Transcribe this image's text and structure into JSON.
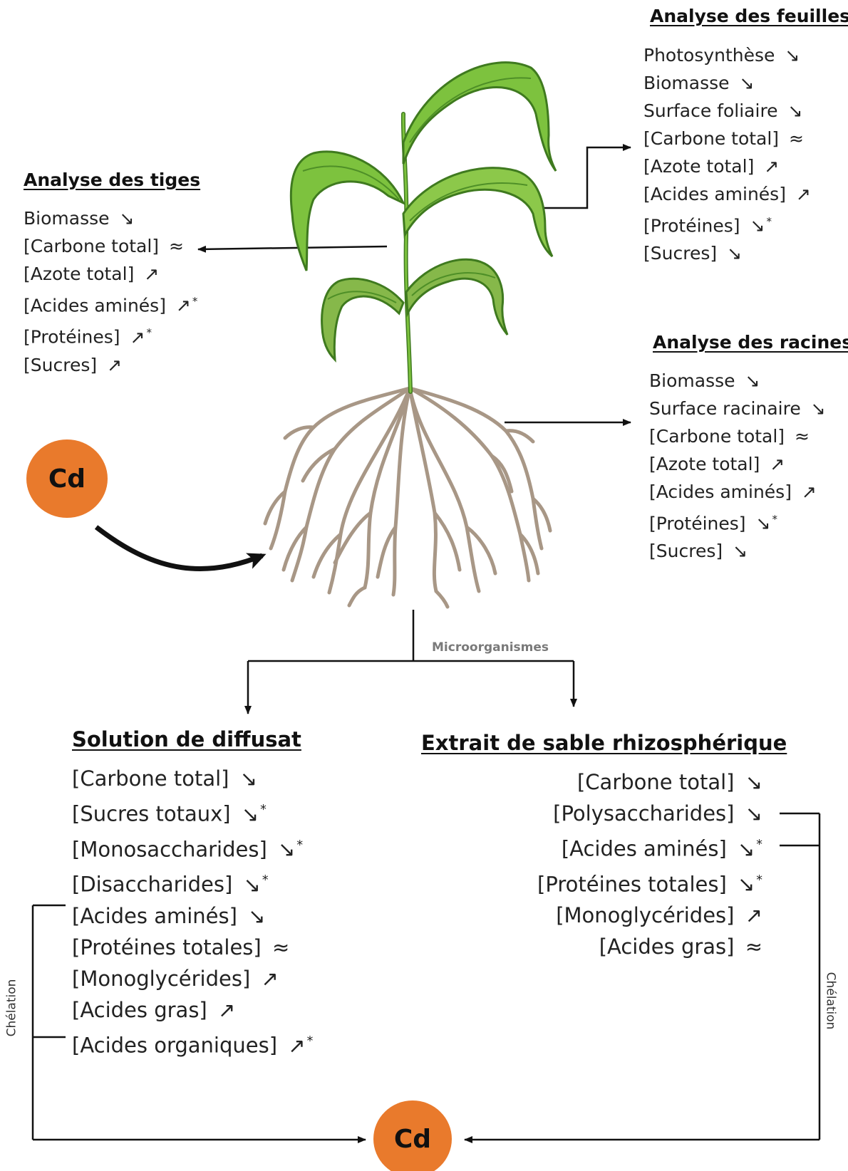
{
  "symbols": {
    "decrease": "↘",
    "increase": "↗",
    "stable": "≈",
    "significant": "*"
  },
  "colors": {
    "cd_circle": "#e97a2c",
    "leaf": "#7dc23e",
    "leaf_dark": "#3f7a1f",
    "root": "#a89786",
    "line": "#111111"
  },
  "leaves": {
    "title": "Analyse des feuilles",
    "items": [
      {
        "label": "Photosynthèse",
        "trend": "decrease"
      },
      {
        "label": "Biomasse",
        "trend": "decrease"
      },
      {
        "label": "Surface foliaire",
        "trend": "decrease"
      },
      {
        "label": "[Carbone total]",
        "trend": "stable"
      },
      {
        "label": "[Azote total]",
        "trend": "increase"
      },
      {
        "label": "[Acides aminés]",
        "trend": "increase"
      },
      {
        "label": "[Protéines]",
        "trend": "decrease",
        "significant": true
      },
      {
        "label": "[Sucres]",
        "trend": "decrease"
      }
    ]
  },
  "stems": {
    "title": "Analyse des tiges",
    "items": [
      {
        "label": "Biomasse",
        "trend": "decrease"
      },
      {
        "label": "[Carbone total]",
        "trend": "stable"
      },
      {
        "label": "[Azote total]",
        "trend": "increase"
      },
      {
        "label": "[Acides aminés]",
        "trend": "increase",
        "significant": true
      },
      {
        "label": "[Protéines]",
        "trend": "increase",
        "significant": true
      },
      {
        "label": "[Sucres]",
        "trend": "increase"
      }
    ]
  },
  "roots": {
    "title": "Analyse des racines",
    "items": [
      {
        "label": "Biomasse",
        "trend": "decrease"
      },
      {
        "label": "Surface racinaire",
        "trend": "decrease"
      },
      {
        "label": "[Carbone total]",
        "trend": "stable"
      },
      {
        "label": "[Azote total]",
        "trend": "increase"
      },
      {
        "label": "[Acides aminés]",
        "trend": "increase"
      },
      {
        "label": "[Protéines]",
        "trend": "decrease",
        "significant": true
      },
      {
        "label": "[Sucres]",
        "trend": "decrease"
      }
    ]
  },
  "microorganisms_label": "Microorganismes",
  "diffusate": {
    "title": "Solution de diffusat",
    "items": [
      {
        "label": "[Carbone total]",
        "trend": "decrease"
      },
      {
        "label": "[Sucres totaux]",
        "trend": "decrease",
        "significant": true
      },
      {
        "label": "[Monosaccharides]",
        "trend": "decrease",
        "significant": true
      },
      {
        "label": "[Disaccharides]",
        "trend": "decrease",
        "significant": true
      },
      {
        "label": "[Acides aminés]",
        "trend": "decrease"
      },
      {
        "label": "[Protéines totales]",
        "trend": "stable"
      },
      {
        "label": "[Monoglycérides]",
        "trend": "increase"
      },
      {
        "label": "[Acides gras]",
        "trend": "increase"
      },
      {
        "label": "[Acides organiques]",
        "trend": "increase",
        "significant": true
      }
    ]
  },
  "sand_extract": {
    "title": "Extrait de sable rhizosphérique",
    "items": [
      {
        "label": "[Carbone total]",
        "trend": "decrease"
      },
      {
        "label": "[Polysaccharides]",
        "trend": "decrease"
      },
      {
        "label": "[Acides aminés]",
        "trend": "decrease",
        "significant": true
      },
      {
        "label": "[Protéines totales]",
        "trend": "decrease",
        "significant": true
      },
      {
        "label": "[Monoglycérides]",
        "trend": "increase"
      },
      {
        "label": "[Acides gras]",
        "trend": "stable"
      }
    ]
  },
  "chelation_label": "Chélation",
  "cd_label": "Cd"
}
